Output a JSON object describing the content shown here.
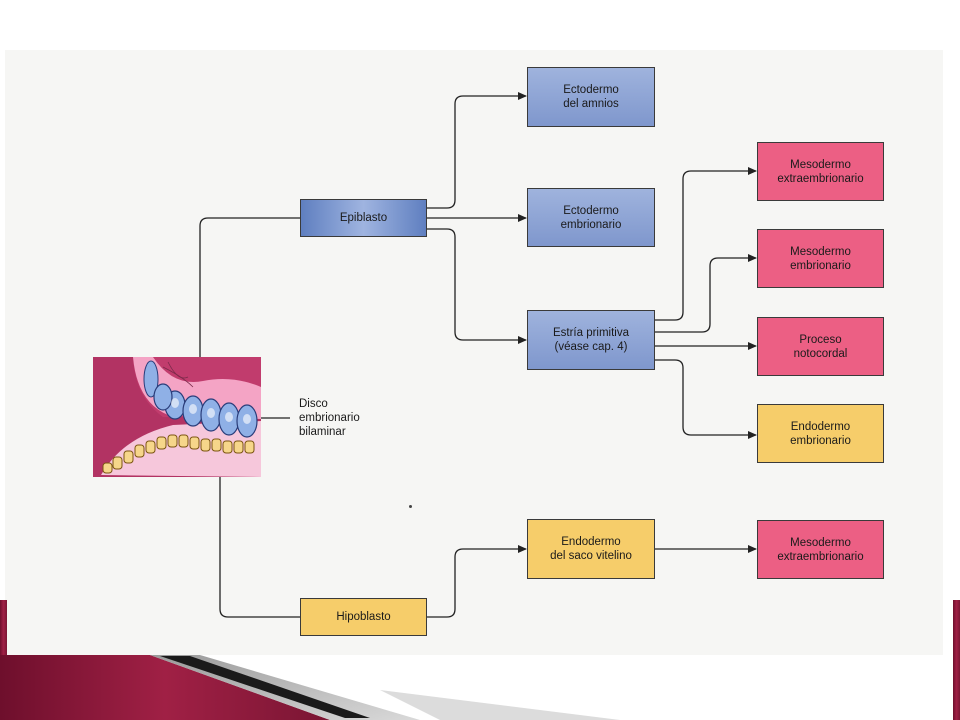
{
  "nodes": {
    "epiblasto": "Epiblasto",
    "hipoblasto": "Hipoblasto",
    "ectodermo_amnios": "Ectodermo\ndel amnios",
    "ectodermo_embrionario": "Ectodermo\nembrionario",
    "estria_primitiva": "Estría primitiva\n(véase cap. 4)",
    "mesodermo_extraembrionario_top": "Mesodermo\nextraembrionario",
    "mesodermo_embrionario": "Mesodermo\nembrionario",
    "proceso_notocordal": "Proceso\nnotocordal",
    "endodermo_embrionario": "Endodermo\nembrionario",
    "endodermo_saco_vitelino": "Endodermo\ndel saco vitelino",
    "mesodermo_extraembrionario_bottom": "Mesodermo\nextraembrionario"
  },
  "caption": {
    "disco": "Disco\nembrionario\nbilaminar"
  },
  "colors": {
    "blue_box": "#8fa6d8",
    "pink_box": "#ec5f84",
    "yellow_box": "#f6cd6a",
    "footer_accent": "#8e1b3d"
  }
}
